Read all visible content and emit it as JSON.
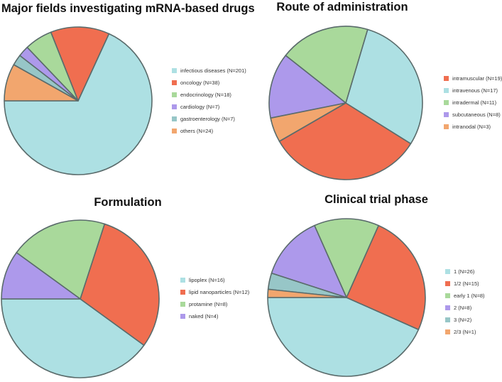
{
  "chart_data": [
    {
      "type": "pie",
      "title": "Major fields investigating mRNA-based drugs",
      "categories": [
        "infectious diseases (N=201)",
        "oncology (N=38)",
        "endocrinology (N=18)",
        "cardiology (N=7)",
        "gastroenterology (N=7)",
        "others (N=24)"
      ],
      "values": [
        201,
        38,
        18,
        7,
        7,
        24
      ],
      "colors": [
        "#ade0e3",
        "#f06e50",
        "#a9d99b",
        "#ad99eb",
        "#97c6c7",
        "#f2a66e"
      ],
      "legend": "right"
    },
    {
      "type": "pie",
      "title": "Route of administration",
      "categories": [
        "intramuscular (N=19)",
        "intravenous (N=17)",
        "intradermal (N=11)",
        "subcutaneous (N=8)",
        "intranodal (N=3)"
      ],
      "values": [
        19,
        17,
        11,
        8,
        3
      ],
      "colors": [
        "#f06e50",
        "#ade0e3",
        "#a9d99b",
        "#ad99eb",
        "#f2a66e"
      ],
      "legend": "right"
    },
    {
      "type": "pie",
      "title": "Formulation",
      "categories": [
        "lipoplex (N=16)",
        "lipid nanoparticles (N=12)",
        "protamine (N=8)",
        "naked (N=4)"
      ],
      "values": [
        16,
        12,
        8,
        4
      ],
      "colors": [
        "#ade0e3",
        "#f06e50",
        "#a9d99b",
        "#ad99eb"
      ],
      "legend": "right"
    },
    {
      "type": "pie",
      "title": "Clinical trial phase",
      "categories": [
        "1 (N=26)",
        "1/2 (N=15)",
        "early 1 (N=8)",
        "2 (N=8)",
        "3 (N=2)",
        "2/3 (N=1)"
      ],
      "values": [
        26,
        15,
        8,
        8,
        2,
        1
      ],
      "colors": [
        "#ade0e3",
        "#f06e50",
        "#a9d99b",
        "#ad99eb",
        "#97c6c7",
        "#f2a66e"
      ],
      "legend": "right"
    }
  ]
}
